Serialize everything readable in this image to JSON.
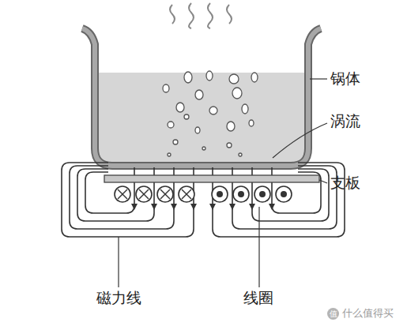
{
  "diagram": {
    "labels": [
      "锅体",
      "涡流",
      "支板",
      "磁力线",
      "线圈",
      "值",
      "什么值得买"
    ]
  }
}
